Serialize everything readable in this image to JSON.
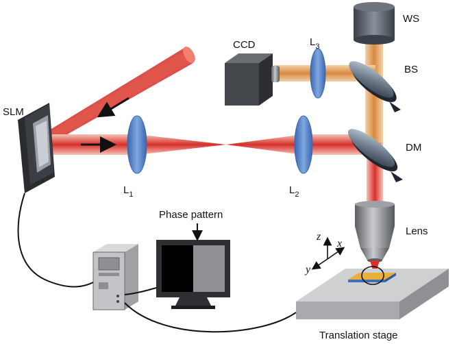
{
  "labels": {
    "ws": "WS",
    "ccd": "CCD",
    "l3_main": "L",
    "l3_sub": "3",
    "bs": "BS",
    "slm": "SLM",
    "dm": "DM",
    "l1_main": "L",
    "l1_sub": "1",
    "l2_main": "L",
    "l2_sub": "2",
    "phase_pattern": "Phase pattern",
    "lens": "Lens",
    "axis_z": "z",
    "axis_x": "x",
    "axis_y": "y",
    "translation_stage": "Translation stage"
  },
  "colors": {
    "laser_red": "#d6312b",
    "laser_orange": "#d9893f",
    "lens_blue": "#4f7fc9",
    "mirror_dark": "#2f3744",
    "metal_grey": "#8d8f92",
    "stage_grey": "#b5b6b8"
  }
}
